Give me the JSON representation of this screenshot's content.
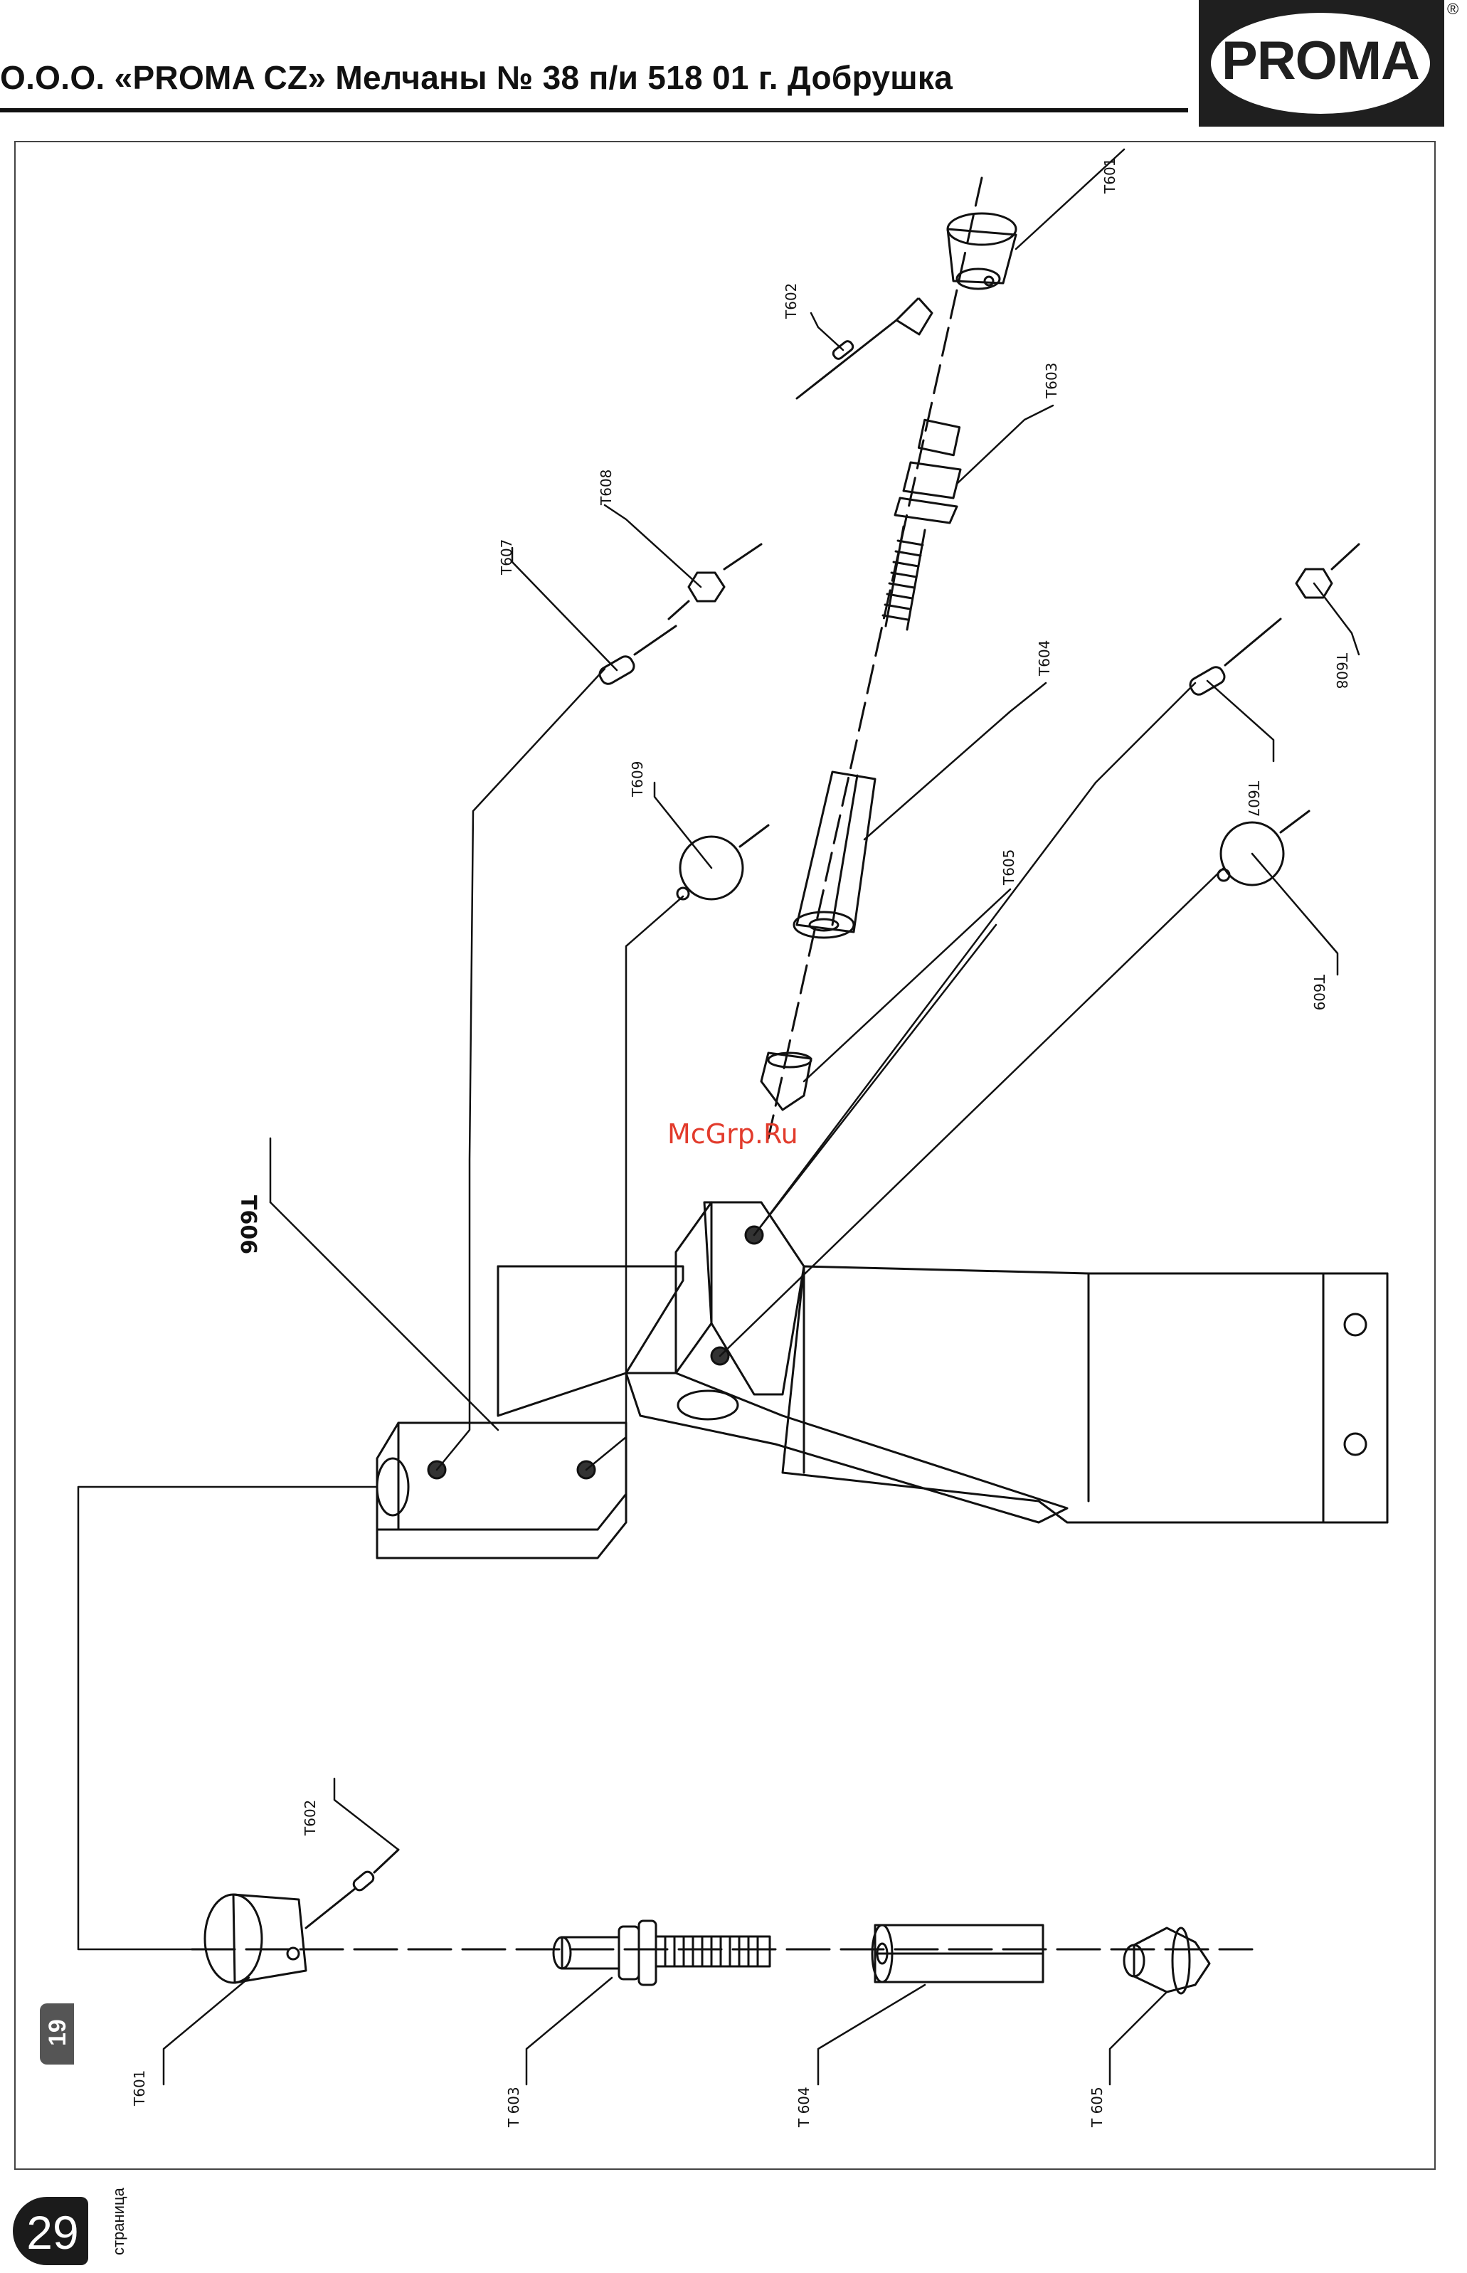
{
  "header": {
    "title": "О.О.О. «PROMA CZ» Мелчаны № 38 п/и 518 01 г. Добрушка",
    "logo_text": "PROMA",
    "registered_mark": "®"
  },
  "watermark": "McGrp.Ru",
  "section_number": "19",
  "footer": {
    "page_number": "29",
    "page_word": "страница"
  },
  "part_labels": {
    "t601_top": "T601",
    "t602_top": "T602",
    "t603_top": "T603",
    "t604_top": "T604",
    "t605_top": "T605",
    "t606": "T606",
    "t607_left": "T607",
    "t607_right": "T607",
    "t608_left": "T608",
    "t608_right": "T608",
    "t609_left": "T609",
    "t609_right": "T609",
    "t601_bottom": "T601",
    "t602_bottom": "T602",
    "t603_bottom": "T 603",
    "t604_bottom": "T 604",
    "t605_bottom": "T 605"
  },
  "colors": {
    "ink": "#111111",
    "logo_dark": "#1f1f1f",
    "watermark": "#e23b2c",
    "section_badge": "#555555"
  }
}
